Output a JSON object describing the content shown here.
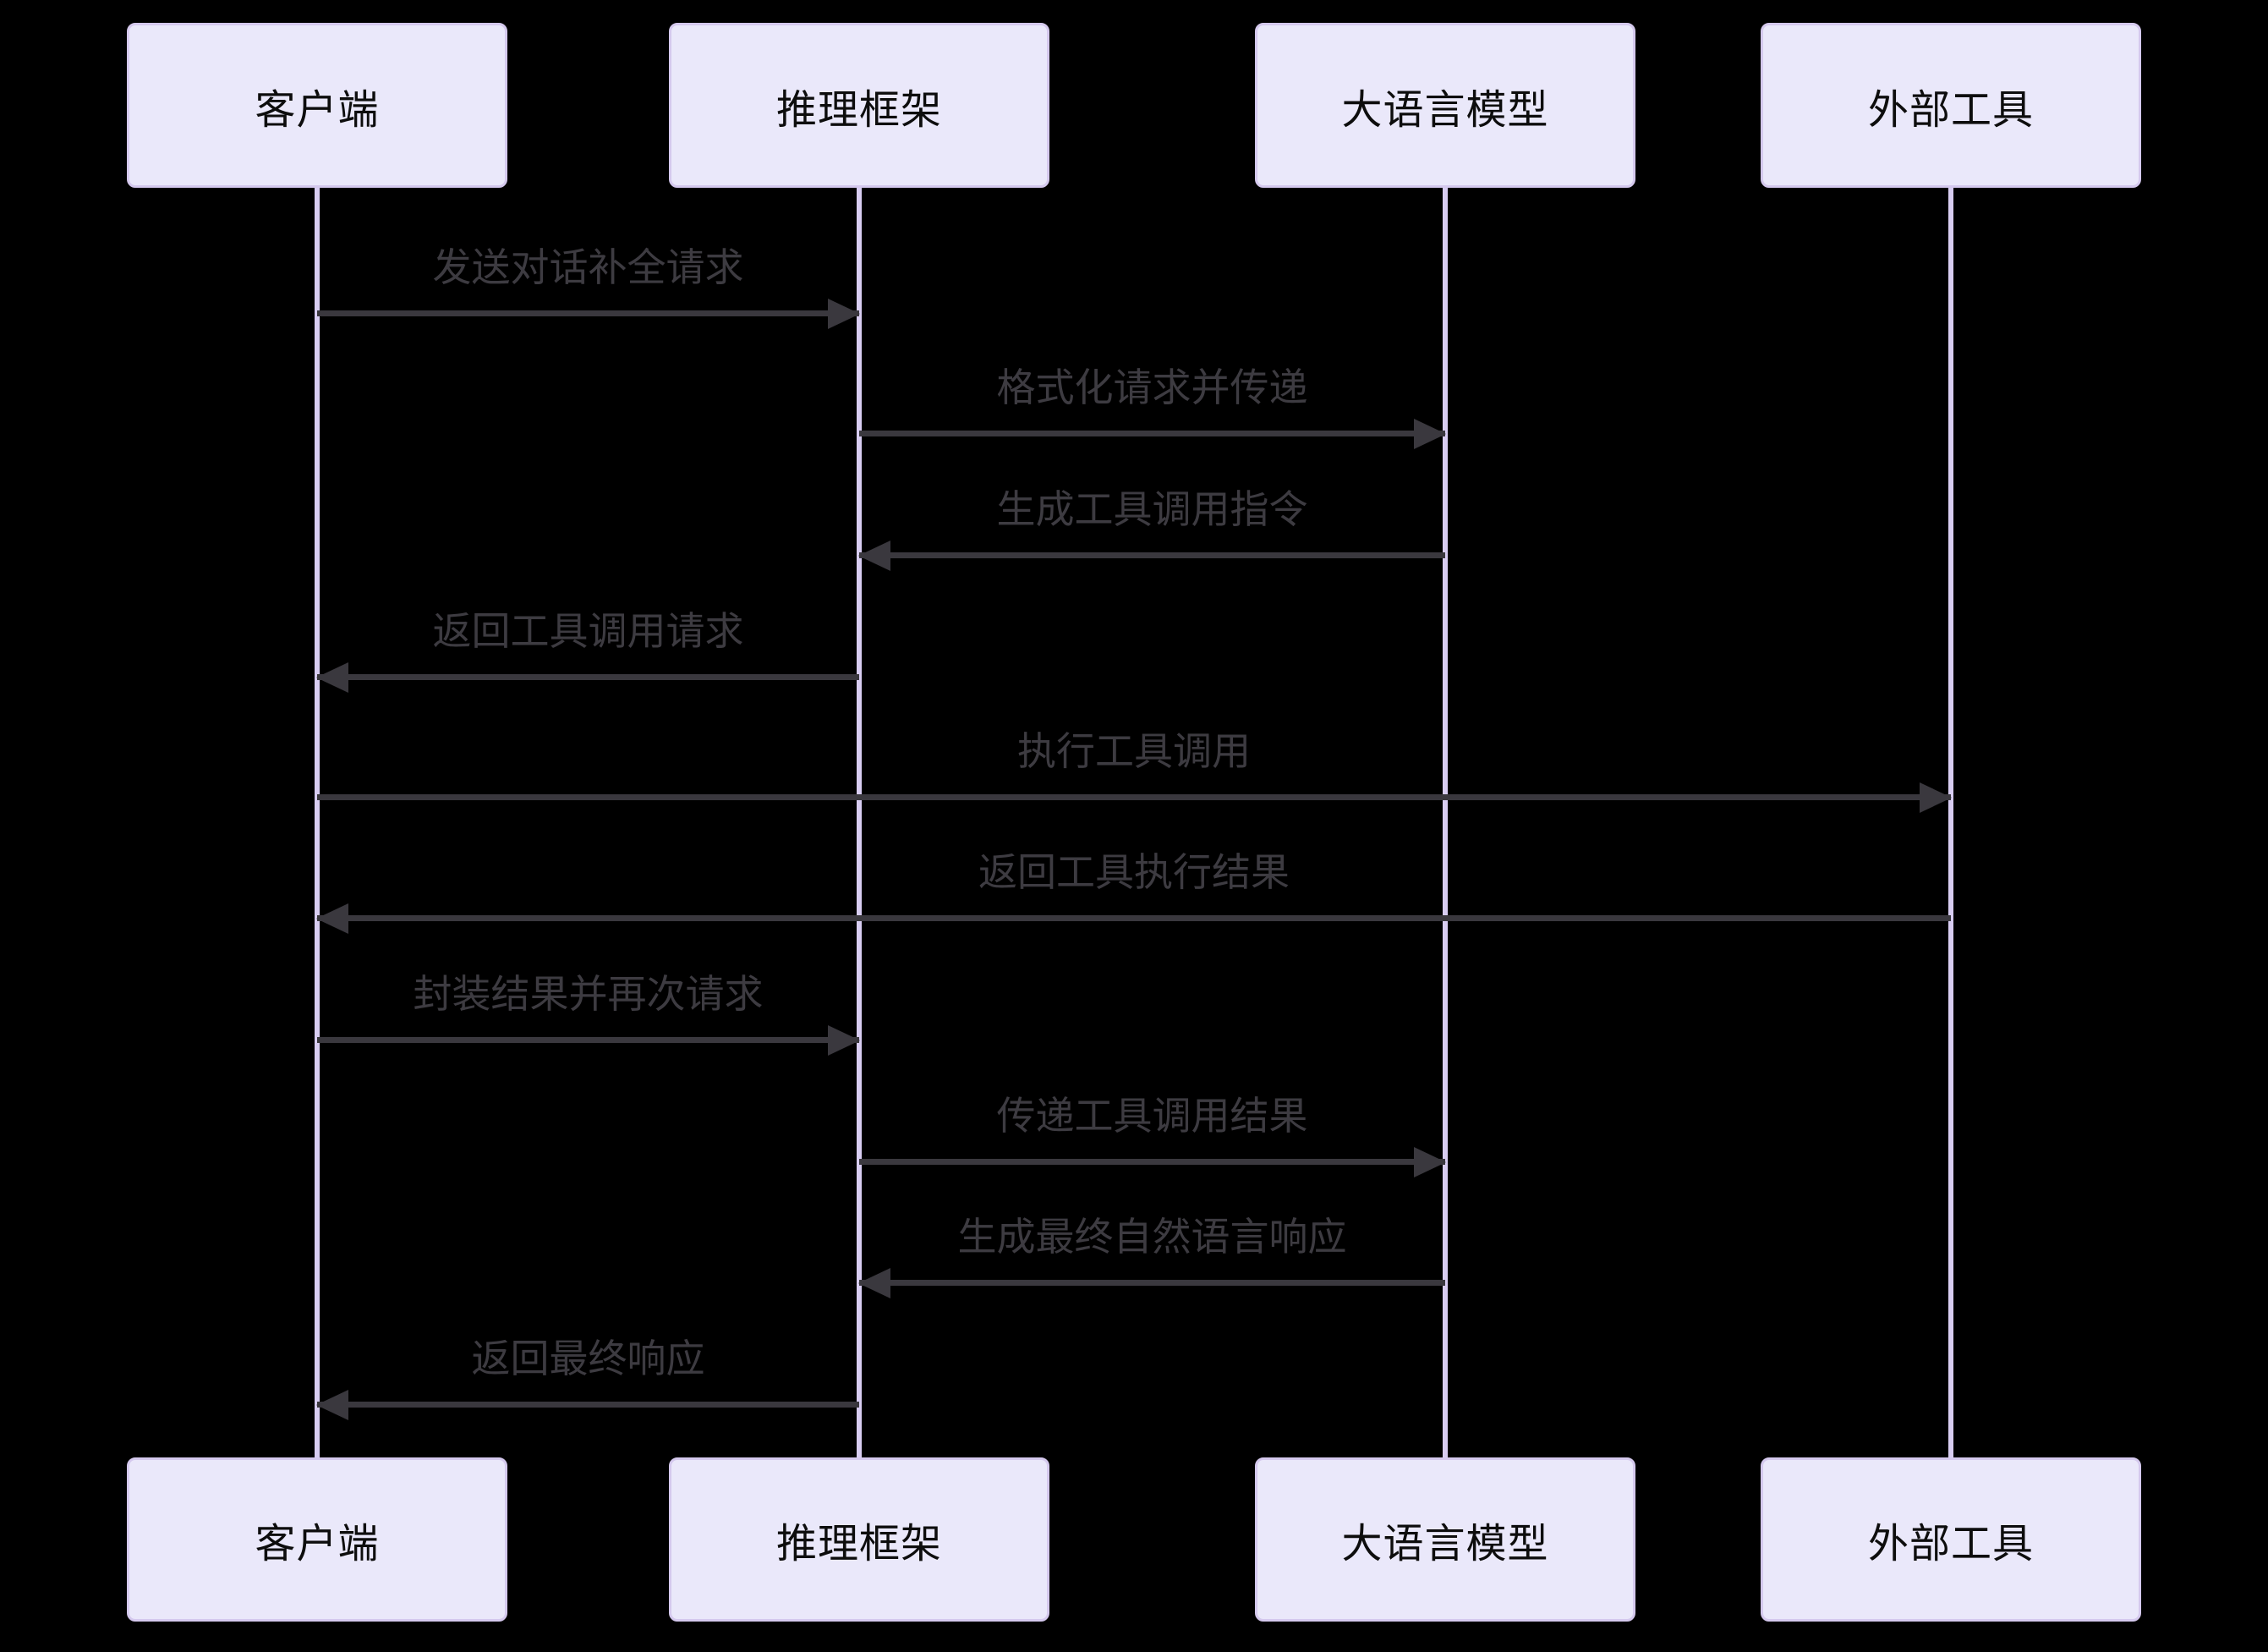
{
  "diagram": {
    "type": "sequence",
    "actors": [
      {
        "id": "client",
        "label": "客户端"
      },
      {
        "id": "inference-framework",
        "label": "推理框架"
      },
      {
        "id": "llm",
        "label": "大语言模型"
      },
      {
        "id": "external-tools",
        "label": "外部工具"
      }
    ],
    "messages": [
      {
        "from": "client",
        "to": "inference-framework",
        "direction": "right",
        "label": "发送对话补全请求"
      },
      {
        "from": "inference-framework",
        "to": "llm",
        "direction": "right",
        "label": "格式化请求并传递"
      },
      {
        "from": "llm",
        "to": "inference-framework",
        "direction": "left",
        "label": "生成工具调用指令"
      },
      {
        "from": "inference-framework",
        "to": "client",
        "direction": "left",
        "label": "返回工具调用请求"
      },
      {
        "from": "client",
        "to": "external-tools",
        "direction": "right",
        "label": "执行工具调用"
      },
      {
        "from": "external-tools",
        "to": "client",
        "direction": "left",
        "label": "返回工具执行结果"
      },
      {
        "from": "client",
        "to": "inference-framework",
        "direction": "right",
        "label": "封装结果并再次请求"
      },
      {
        "from": "inference-framework",
        "to": "llm",
        "direction": "right",
        "label": "传递工具调用结果"
      },
      {
        "from": "llm",
        "to": "inference-framework",
        "direction": "left",
        "label": "生成最终自然语言响应"
      },
      {
        "from": "inference-framework",
        "to": "client",
        "direction": "left",
        "label": "返回最终响应"
      }
    ],
    "colors": {
      "background": "#000000",
      "actor_fill": "#EAE8FA",
      "actor_border": "#D5C9EE",
      "actor_text": "#0D0D0D",
      "lifeline": "#D8CDF2",
      "arrow": "#3A383E",
      "message_text": "#3D3B41"
    }
  }
}
